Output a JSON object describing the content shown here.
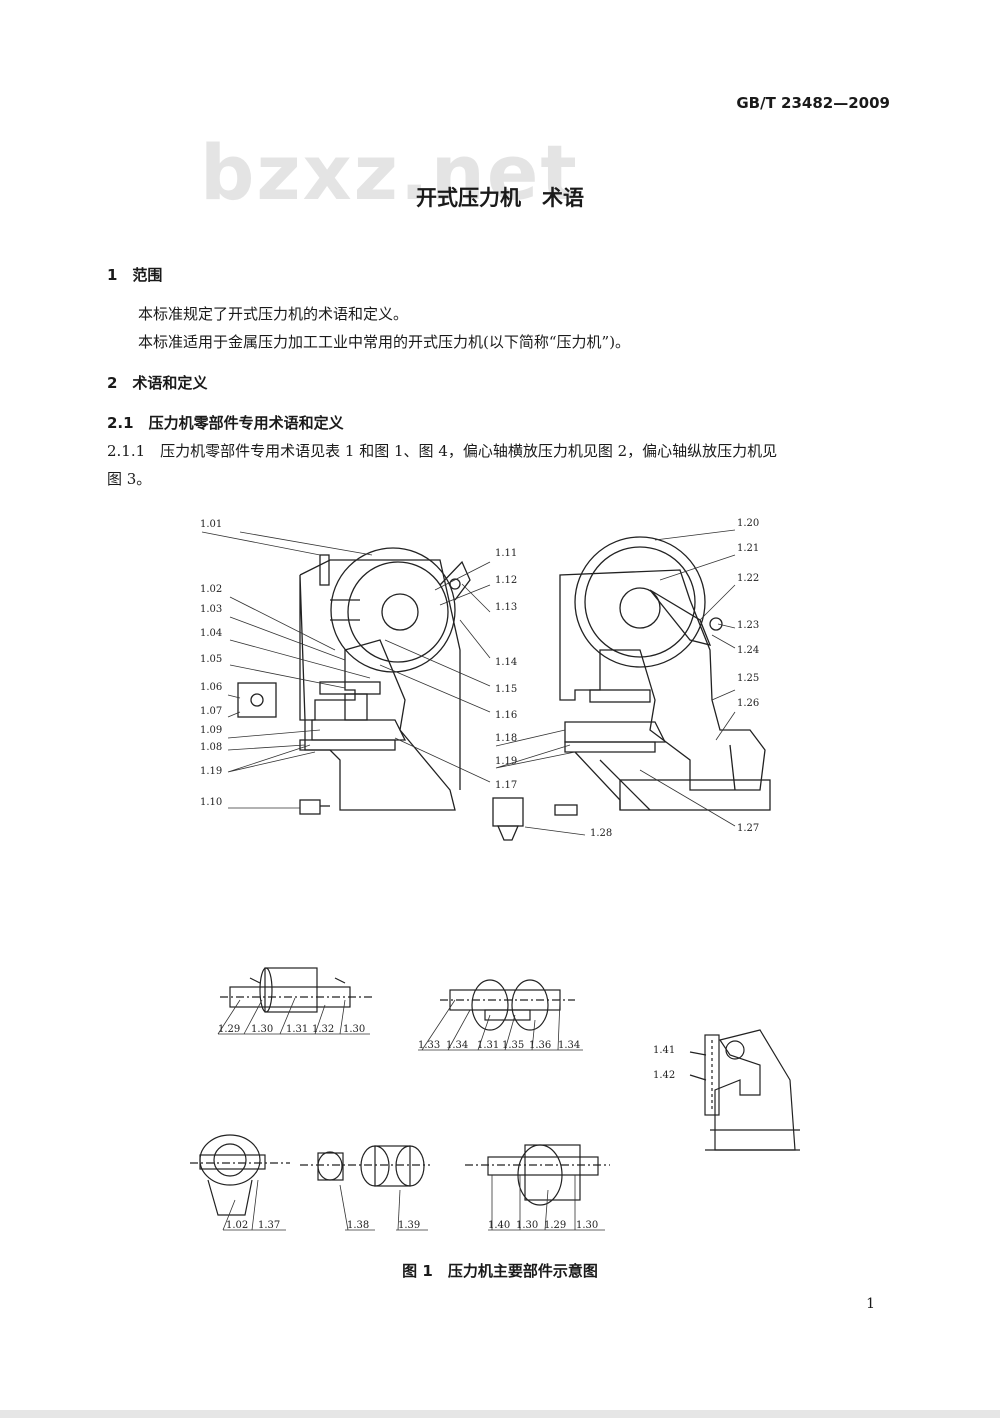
{
  "header": {
    "standard_number": "GB/T 23482—2009",
    "watermark": "bzxz.net"
  },
  "title": "开式压力机　术语",
  "sections": {
    "s1_heading": "1　范围",
    "s1_p1": "本标准规定了开式压力机的术语和定义。",
    "s1_p2": "本标准适用于金属压力加工工业中常用的开式压力机(以下简称“压力机”)。",
    "s2_heading": "2　术语和定义",
    "s21_heading": "2.1　压力机零部件专用术语和定义",
    "s211_line1": "2.1.1　压力机零部件专用术语见表 1 和图 1、图 4，偏心轴横放压力机见图 2，偏心轴纵放压力机见",
    "s211_line2": "图 3。"
  },
  "figure": {
    "caption": "图 1　压力机主要部件示意图",
    "left_press_labels": [
      "1.01",
      "1.02",
      "1.03",
      "1.04",
      "1.05",
      "1.06",
      "1.07",
      "1.09",
      "1.08",
      "1.19",
      "1.10"
    ],
    "left_press_right_labels": [
      "1.11",
      "1.12",
      "1.13",
      "1.14",
      "1.15",
      "1.16",
      "1.17"
    ],
    "right_press_left_labels": [
      "1.18",
      "1.19"
    ],
    "right_press_right_labels": [
      "1.20",
      "1.21",
      "1.22",
      "1.23",
      "1.24",
      "1.25",
      "1.26",
      "1.27",
      "1.28"
    ],
    "shaft1_labels": [
      "1.29",
      "1.30",
      "1.31",
      "1.32",
      "1.30"
    ],
    "shaft2_labels": [
      "1.33",
      "1.34",
      "1.31",
      "1.35",
      "1.36",
      "1.34"
    ],
    "frame_labels": [
      "1.41",
      "1.42"
    ],
    "conrod_labels": [
      "1.02",
      "1.37"
    ],
    "bushing_labels": [
      "1.38",
      "1.39"
    ],
    "shaft3_labels": [
      "1.40",
      "1.30",
      "1.29",
      "1.30"
    ]
  },
  "page_number": "1"
}
